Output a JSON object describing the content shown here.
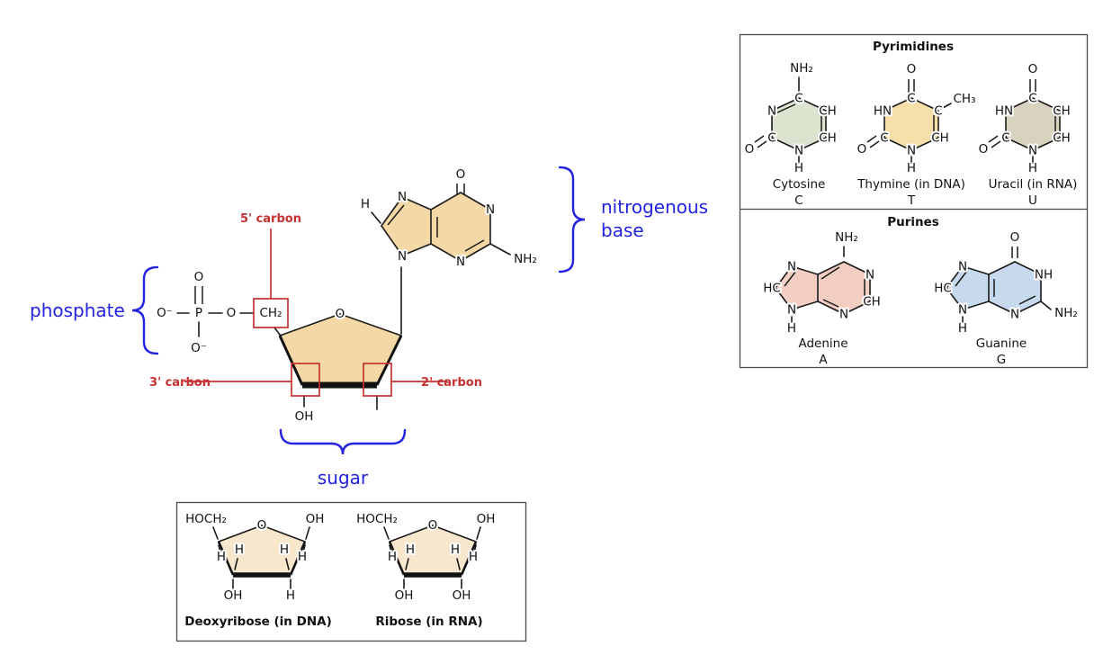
{
  "colors": {
    "callout_blue": "#2323e0",
    "annotation_red": "#c63131",
    "main_ring_fill": "#f4d9a6",
    "cytosine_fill": "#dce3cf",
    "thymine_fill": "#f6dfa8",
    "uracil_fill": "#d7d3be",
    "adenine_fill": "#f3cfc3",
    "guanine_fill": "#c7daed",
    "pentose_fill": "#f8e7cd",
    "panel_border": "#4a4a4a"
  },
  "main": {
    "callout_phosphate": "phosphate",
    "callout_nitrogenous_line1": "nitrogenous",
    "callout_nitrogenous_line2": "base",
    "callout_sugar": "sugar",
    "label_5prime": "5' carbon",
    "label_3prime": "3' carbon",
    "label_2prime": "2' carbon",
    "phosphate": {
      "o_left": "O⁻",
      "p": "P",
      "o_top": "O",
      "o_bottom": "O⁻",
      "o_bridge": "O",
      "ch2": "CH₂"
    },
    "sugar": {
      "ring_o": "O",
      "oh_3prime": "OH"
    },
    "base": {
      "o6": "O",
      "n1": "N",
      "nh2": "NH₂",
      "n3": "N",
      "n7": "N",
      "c8_h": "H",
      "n9": "N"
    }
  },
  "bases_panel": {
    "pyrimidines_title": "Pyrimidines",
    "purines_title": "Purines",
    "cytosine": {
      "name": "Cytosine",
      "symbol": "C",
      "atoms": {
        "nh2": "NH₂",
        "c4": "C",
        "n3": "N",
        "c2": "C",
        "o2": "O",
        "n1": "N",
        "h1": "H",
        "c5": "CH",
        "c6": "CH"
      }
    },
    "thymine": {
      "name": "Thymine (in DNA)",
      "symbol": "T",
      "atoms": {
        "o4": "O",
        "c4": "C",
        "n3": "HN",
        "c2": "C",
        "o2": "O",
        "n1": "N",
        "h1": "H",
        "c5": "C",
        "ch3": "CH₃",
        "c6": "CH"
      }
    },
    "uracil": {
      "name": "Uracil (in RNA)",
      "symbol": "U",
      "atoms": {
        "o4": "O",
        "c4": "C",
        "n3": "HN",
        "c2": "C",
        "o2": "O",
        "n1": "N",
        "h1": "H",
        "c5": "CH",
        "c6": "CH"
      }
    },
    "adenine": {
      "name": "Adenine",
      "symbol": "A",
      "atoms": {
        "nh2": "NH₂",
        "n1": "N",
        "c2": "CH",
        "n3": "N",
        "n7": "N",
        "c8": "HC",
        "n9": "N",
        "h9": "H"
      }
    },
    "guanine": {
      "name": "Guanine",
      "symbol": "G",
      "atoms": {
        "o6": "O",
        "n1": "NH",
        "nh2": "NH₂",
        "n3": "N",
        "n7": "N",
        "c8": "HC",
        "n9": "N",
        "h9": "H"
      }
    }
  },
  "sugars_panel": {
    "deoxyribose": {
      "name": "Deoxyribose (in DNA)",
      "atoms": {
        "hoch2": "HOCH₂",
        "ring_o": "O",
        "oh1": "OH",
        "h_left": "H",
        "h_3up": "H",
        "h_2up": "H",
        "h_right": "H",
        "bottom_left": "OH",
        "bottom_right": "H"
      }
    },
    "ribose": {
      "name": "Ribose (in RNA)",
      "atoms": {
        "hoch2": "HOCH₂",
        "ring_o": "O",
        "oh1": "OH",
        "h_left": "H",
        "h_3up": "H",
        "h_2up": "H",
        "h_right": "H",
        "bottom_left": "OH",
        "bottom_right": "OH"
      }
    }
  }
}
